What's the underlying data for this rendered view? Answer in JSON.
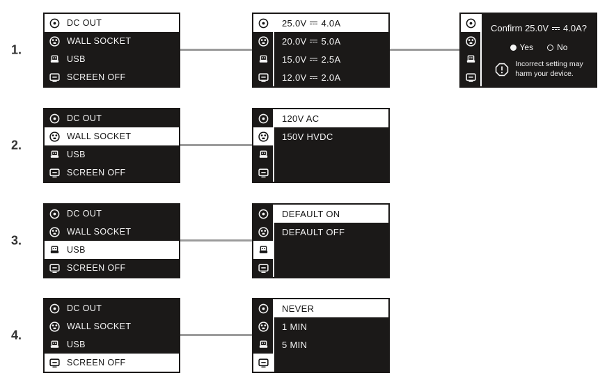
{
  "colors": {
    "panel_bg": "#1b1918",
    "panel_text": "#f4f4f4",
    "highlight_bg": "#ffffff",
    "highlight_text": "#141414",
    "connector": "#9b9b9b",
    "step_number": "#333333"
  },
  "steps": [
    {
      "number": "1.",
      "menu": {
        "items": [
          {
            "label": "DC OUT",
            "selected": true
          },
          {
            "label": "WALL SOCKET",
            "selected": false
          },
          {
            "label": "USB",
            "selected": false
          },
          {
            "label": "SCREEN OFF",
            "selected": false
          }
        ]
      },
      "submenu": {
        "selected_tab": "DC OUT",
        "options": [
          {
            "volt": "25.0V",
            "amp": "4.0A",
            "selected": true
          },
          {
            "volt": "20.0V",
            "amp": "5.0A",
            "selected": false
          },
          {
            "volt": "15.0V",
            "amp": "2.5A",
            "selected": false
          },
          {
            "volt": "12.0V",
            "amp": "2.0A",
            "selected": false
          }
        ]
      },
      "confirm": {
        "title_prefix": "Confirm 25.0V",
        "title_suffix": "4.0A?",
        "radio_yes": "Yes",
        "radio_no": "No",
        "yes_selected": true,
        "warning_line1": "Incorrect setting may",
        "warning_line2": "harm your device."
      }
    },
    {
      "number": "2.",
      "menu": {
        "items": [
          {
            "label": "DC OUT",
            "selected": false
          },
          {
            "label": "WALL SOCKET",
            "selected": true
          },
          {
            "label": "USB",
            "selected": false
          },
          {
            "label": "SCREEN OFF",
            "selected": false
          }
        ]
      },
      "submenu": {
        "selected_tab": "WALL SOCKET",
        "options": [
          {
            "label": "120V AC",
            "selected": true
          },
          {
            "label": "150V HVDC",
            "selected": false
          }
        ]
      }
    },
    {
      "number": "3.",
      "menu": {
        "items": [
          {
            "label": "DC OUT",
            "selected": false
          },
          {
            "label": "WALL SOCKET",
            "selected": false
          },
          {
            "label": "USB",
            "selected": true
          },
          {
            "label": "SCREEN OFF",
            "selected": false
          }
        ]
      },
      "submenu": {
        "selected_tab": "USB",
        "options": [
          {
            "label": "DEFAULT ON",
            "selected": true
          },
          {
            "label": "DEFAULT OFF",
            "selected": false
          }
        ]
      }
    },
    {
      "number": "4.",
      "menu": {
        "items": [
          {
            "label": "DC OUT",
            "selected": false
          },
          {
            "label": "WALL SOCKET",
            "selected": false
          },
          {
            "label": "USB",
            "selected": false
          },
          {
            "label": "SCREEN OFF",
            "selected": true
          }
        ]
      },
      "submenu": {
        "selected_tab": "SCREEN OFF",
        "options": [
          {
            "label": "NEVER",
            "selected": true
          },
          {
            "label": "1 MIN",
            "selected": false
          },
          {
            "label": "5 MIN",
            "selected": false
          }
        ]
      }
    }
  ]
}
